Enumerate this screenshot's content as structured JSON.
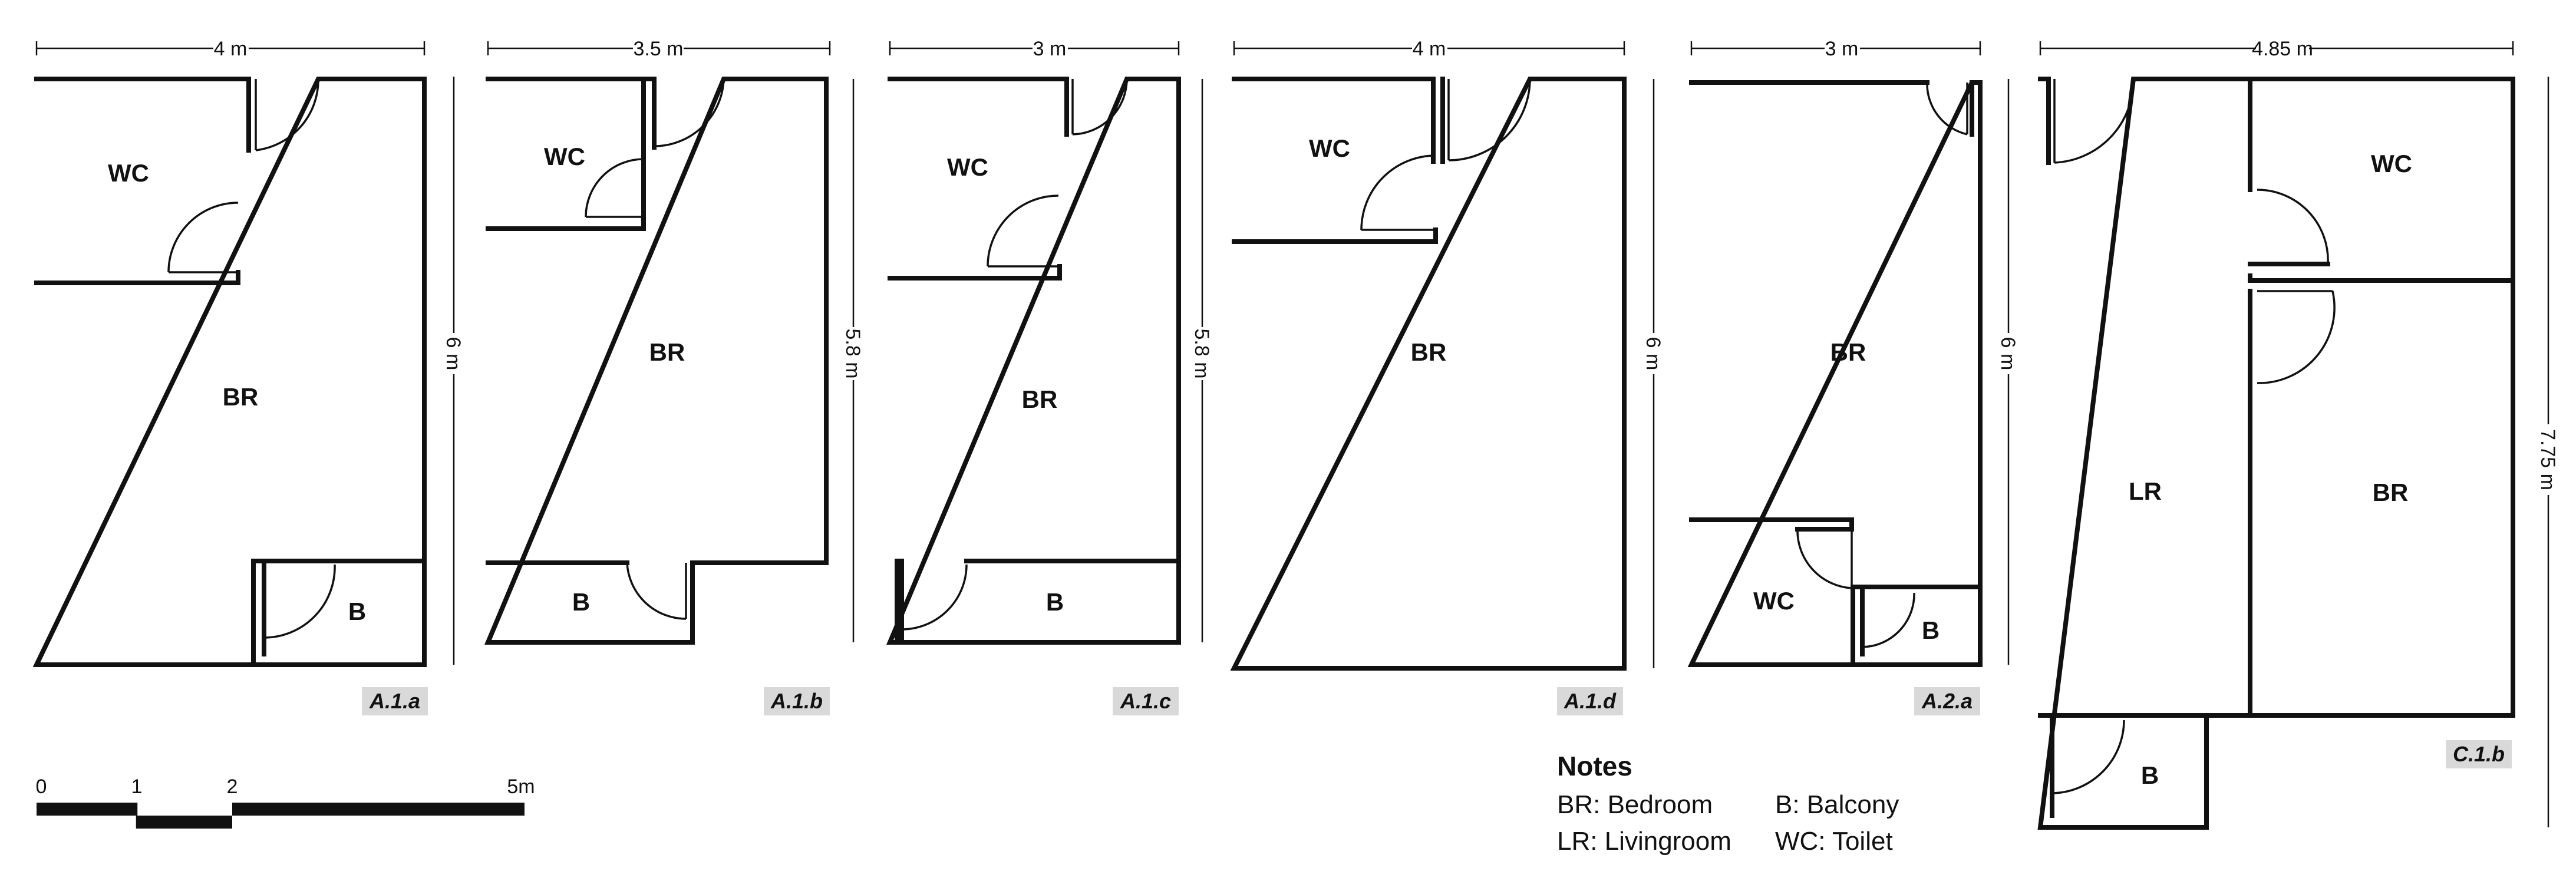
{
  "units": [
    {
      "tag": "A.1.a",
      "width_label": "4 m",
      "height_label": "6 m",
      "rooms": {
        "wc": "WC",
        "br": "BR",
        "b": "B"
      }
    },
    {
      "tag": "A.1.b",
      "width_label": "3.5 m",
      "height_label": "5.8 m",
      "rooms": {
        "wc": "WC",
        "br": "BR",
        "b": "B"
      }
    },
    {
      "tag": "A.1.c",
      "width_label": "3 m",
      "height_label": "5.8 m",
      "rooms": {
        "wc": "WC",
        "br": "BR",
        "b": "B"
      }
    },
    {
      "tag": "A.1.d",
      "width_label": "4 m",
      "height_label": "6 m",
      "rooms": {
        "wc": "WC",
        "br": "BR"
      }
    },
    {
      "tag": "A.2.a",
      "width_label": "3 m",
      "height_label": "6 m",
      "rooms": {
        "br": "BR",
        "wc": "WC",
        "b": "B"
      }
    },
    {
      "tag": "C.1.b",
      "width_label": "4.85 m",
      "height_label": "7.75 m",
      "rooms": {
        "lr": "LR",
        "wc": "WC",
        "br": "BR",
        "b": "B"
      }
    }
  ],
  "scale": {
    "ticks": [
      "0",
      "1",
      "2",
      "5m"
    ]
  },
  "notes": {
    "title": "Notes",
    "entries": [
      "BR: Bedroom",
      "B: Balcony",
      "LR: Livingroom",
      "WC: Toilet"
    ]
  },
  "colors": {
    "line": "#111111",
    "tag_background": "#d9d9d9",
    "background": "#ffffff"
  }
}
